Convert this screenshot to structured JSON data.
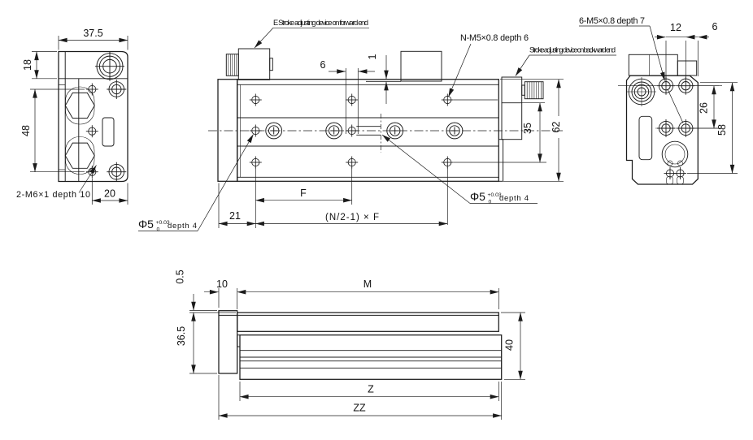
{
  "labels": {
    "note_forward": "E Stroke adjusting device on forward end",
    "note_backward": "Stroke adjusting device on backward end",
    "note_ports": "N-M5×0.8 depth 6",
    "note_mount": "6-M5×0.8 depth 7",
    "note_thread": "2-M6×1 depth 10",
    "phi": "Φ5",
    "phi_sup": "+0.03",
    "phi_sub": "0",
    "phi_depth": "depth 4"
  },
  "dims": {
    "lv_width": "37.5",
    "lv_top": "18",
    "lv_side": "48",
    "lv_bottom": "20",
    "fv_gap": "6",
    "fv_step": "1",
    "fv_f": "F",
    "fv_lead": "21",
    "fv_pattern": "(N/2-1) × F",
    "fv_block": "35",
    "fv_height": "62",
    "rv_pitch": "12",
    "rv_edge": "6",
    "rv_span": "26",
    "rv_height": "58",
    "bv_offset": "0.5",
    "bv_cap": "10",
    "bv_table": "M",
    "bv_capheight": "36.5",
    "bv_height": "40",
    "bv_stroke_len": "Z",
    "bv_total": "ZZ"
  }
}
